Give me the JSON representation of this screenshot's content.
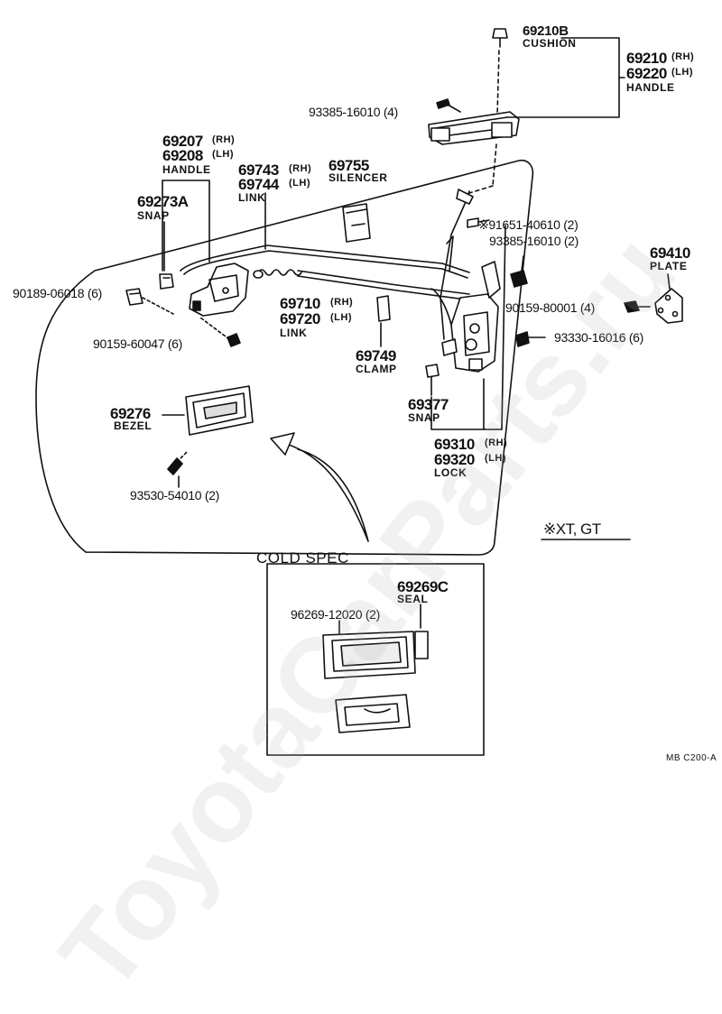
{
  "labels": {
    "p69210b": "69210B",
    "cushion": "CUSHION",
    "p69210": "69210",
    "p69220": "69220",
    "rh": "(RH)",
    "lh": "(LH)",
    "handle": "HANDLE",
    "p93385_4": "93385-16010 (4)",
    "p69207": "69207",
    "p69208": "69208",
    "p69743": "69743",
    "p69744": "69744",
    "link": "LINK",
    "p69755": "69755",
    "silencer": "SILENCER",
    "p69273a": "69273A",
    "snap": "SNAP",
    "p91651": "※91651-40610 (2)",
    "p93385_2": "93385-16010 (2)",
    "p69410": "69410",
    "plate": "PLATE",
    "p90189": "90189-06018 (6)",
    "p69710": "69710",
    "p69720": "69720",
    "p90159_80001": "90159-80001 (4)",
    "p90159_60047": "90159-60047 (6)",
    "p93330": "93330-16016 (6)",
    "p69749": "69749",
    "clamp": "CLAMP",
    "p69276": "69276",
    "bezel": "BEZEL",
    "p69377": "69377",
    "p69310": "69310",
    "p69320": "69320",
    "lock": "LOCK",
    "p93530": "93530-54010 (2)",
    "xtgt": "※XT, GT",
    "cold_spec": "COLD  SPEC",
    "p69269c": "69269C",
    "seal": "SEAL",
    "p96269": "96269-12020 (2)",
    "ref": "MB  C200-A"
  },
  "watermark": "ToyotaCarParts.ru"
}
